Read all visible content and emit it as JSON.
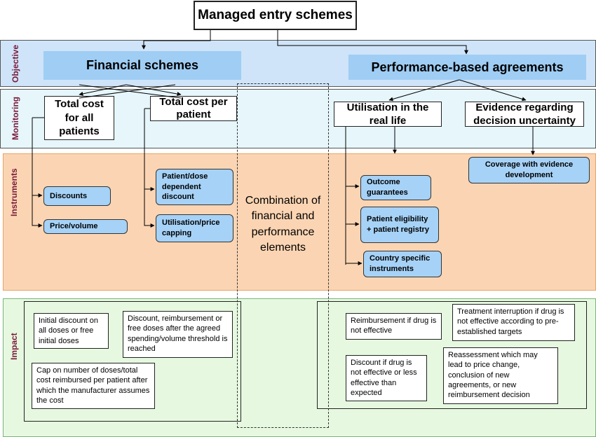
{
  "title": "Managed entry schemes",
  "rows": {
    "objective": "Objective",
    "monitoring": "Monitoring",
    "instruments": "Instruments",
    "impact": "Impact"
  },
  "objective": {
    "financial": "Financial schemes",
    "performance": "Performance-based agreements"
  },
  "monitoring": {
    "total_cost_all": "Total cost for all patients",
    "total_cost_per": "Total cost per patient",
    "utilisation": "Utilisation in the real life",
    "evidence": "Evidence regarding decision uncertainty"
  },
  "instruments": {
    "discounts": "Discounts",
    "price_volume": "Price/volume",
    "patient_dose": "Patient/dose dependent discount",
    "utilisation_capping": "Utilisation/price capping",
    "outcome": "Outcome guarantees",
    "eligibility": "Patient eligibility + patient registry",
    "country": "Country specific instruments",
    "coverage": "Coverage with evidence development"
  },
  "combination": "Combination of financial and performance elements",
  "impact": {
    "initial_discount": "Initial discount on all doses or free initial doses",
    "discount_reimb": "Discount, reimbursement or free doses after the agreed spending/volume threshold is reached",
    "cap": "Cap on number of doses/total cost reimbursed per patient after which the manufacturer assumes the cost",
    "reimb_not_effective": "Reimbursement if drug is not effective",
    "treatment_interruption": "Treatment interruption if drug is not effective according to pre-established targets",
    "discount_not_effective": "Discount if drug is not effective or less effective than expected",
    "reassessment": "Reassessment which may lead to price change, conclusion of new agreements, or new reimbursement decision"
  },
  "colors": {
    "objective_band": "#cfe4f8",
    "monitoring_band": "#e6f6fb",
    "instruments_band": "#fbd5b3",
    "impact_band": "#e6f9e0",
    "header_blue": "#9fcdf4",
    "instrument_blue": "#a6d2f7",
    "row_label": "#7a1a3a"
  }
}
